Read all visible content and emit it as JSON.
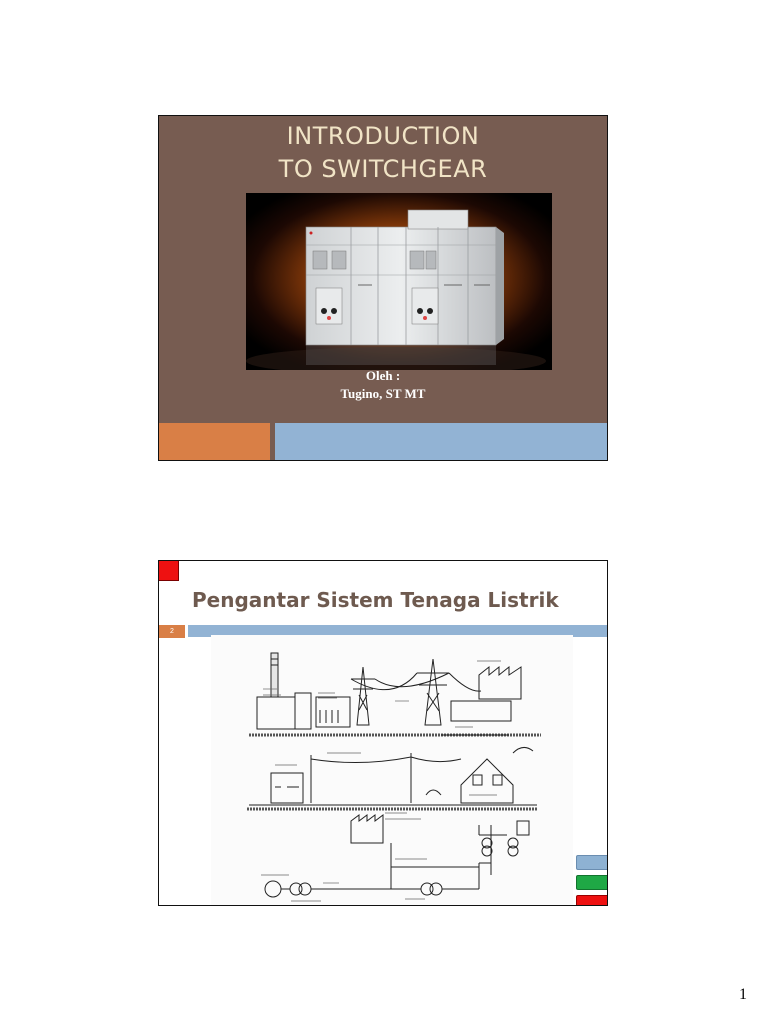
{
  "slides": [
    {
      "title_lines": [
        "INTRODUCTION",
        "TO SWITCHGEAR"
      ],
      "byline": [
        "Oleh :",
        "Tugino, ST MT"
      ],
      "colors": {
        "background": "#775c51",
        "title": "#f1e4c6",
        "bar_orange": "#d97f46",
        "bar_blue": "#92b3d4"
      }
    },
    {
      "heading": "Pengantar Sistem Tenaga Listrik",
      "slide_number": "2",
      "nav_buttons": [
        "blue-button",
        "green-button",
        "red-button"
      ],
      "colors": {
        "heading": "#6e5a4f",
        "accent_red": "#ee1111",
        "accent_green": "#1fa845"
      }
    }
  ],
  "page_number": "1"
}
